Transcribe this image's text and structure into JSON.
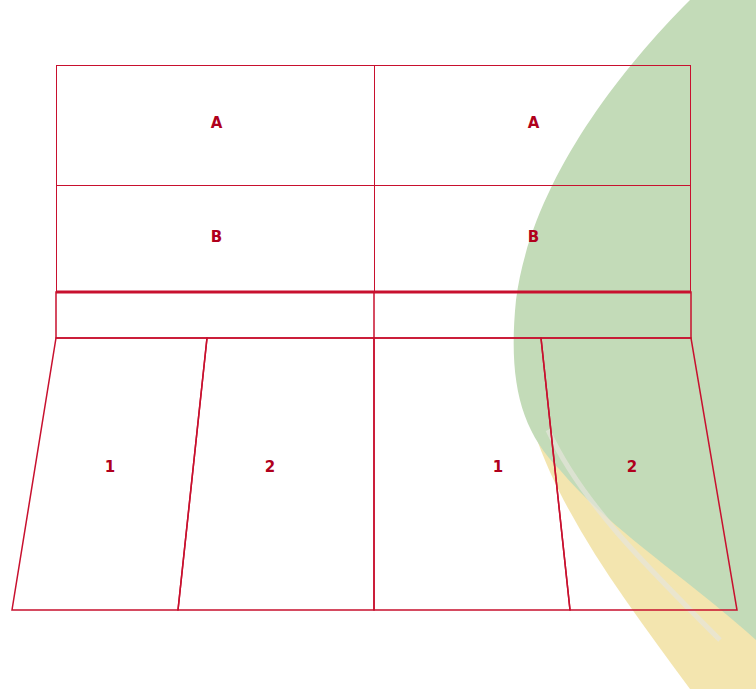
{
  "diagram": {
    "nodes": [
      {
        "text": [
          "A"
        ]
      },
      {
        "text": [
          "A"
        ]
      },
      {
        "text": [
          "B"
        ]
      },
      {
        "text": [
          "B"
        ]
      },
      {
        "text": [
          "1"
        ]
      },
      {
        "text": [
          "2"
        ]
      },
      {
        "text": [
          "1"
        ]
      },
      {
        "text": [
          "2"
        ]
      }
    ]
  }
}
